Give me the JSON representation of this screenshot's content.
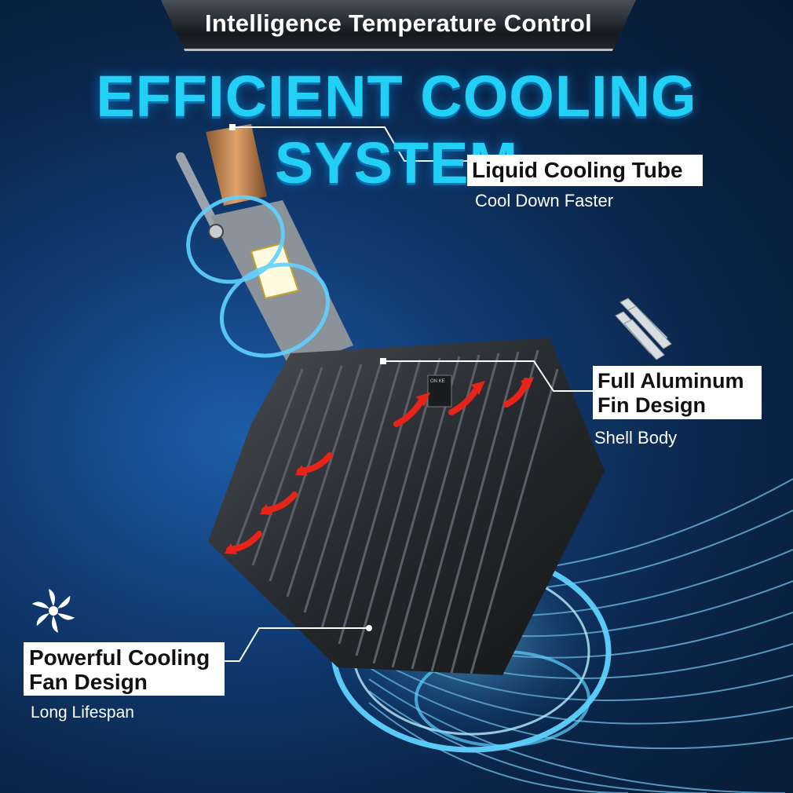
{
  "banner": {
    "title": "Intelligence Temperature Control"
  },
  "headline": "EFFICIENT COOLING SYSTEM",
  "callouts": {
    "tube": {
      "title": "Liquid Cooling Tube",
      "subtitle": "Cool Down Faster"
    },
    "fin": {
      "title_line1": "Full Aluminum",
      "title_line2": "Fin Design",
      "subtitle": "Shell Body"
    },
    "fan": {
      "title_line1": "Powerful Cooling",
      "title_line2": "Fan Design",
      "subtitle": "Long Lifespan"
    }
  },
  "switch_label": "ON KE",
  "colors": {
    "accent": "#22d0f5",
    "arrow": "#e8231a",
    "glow": "#5fd2ff"
  },
  "icons": [
    "fan-icon",
    "aluminum-rods-icon"
  ]
}
